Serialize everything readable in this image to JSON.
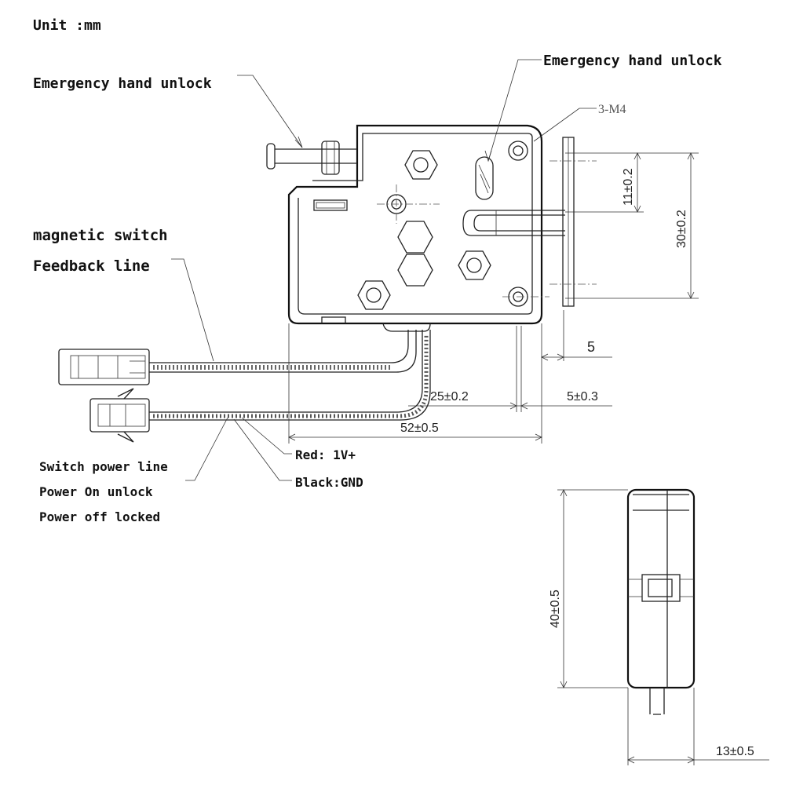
{
  "labels": {
    "unit": "Unit :mm",
    "hand_unlock_left": "Emergency hand unlock",
    "hand_unlock_right": "Emergency hand unlock",
    "screw_spec": "3-M4",
    "magnetic_switch": "magnetic switch",
    "feedback_line": "Feedback line",
    "switch_power_line": "Switch power line",
    "power_on": "Power On unlock",
    "power_off": "Power off locked",
    "red_wire": "Red: 1V+",
    "black_wire": "Black:GND"
  },
  "dimensions": {
    "d_11": "11±0.2",
    "d_30": "30±0.2",
    "d_5": "5",
    "d_25": "25±0.2",
    "d_5_03": "5±0.3",
    "d_52": "52±0.5",
    "d_40": "40±0.5",
    "d_13": "13±0.5"
  }
}
